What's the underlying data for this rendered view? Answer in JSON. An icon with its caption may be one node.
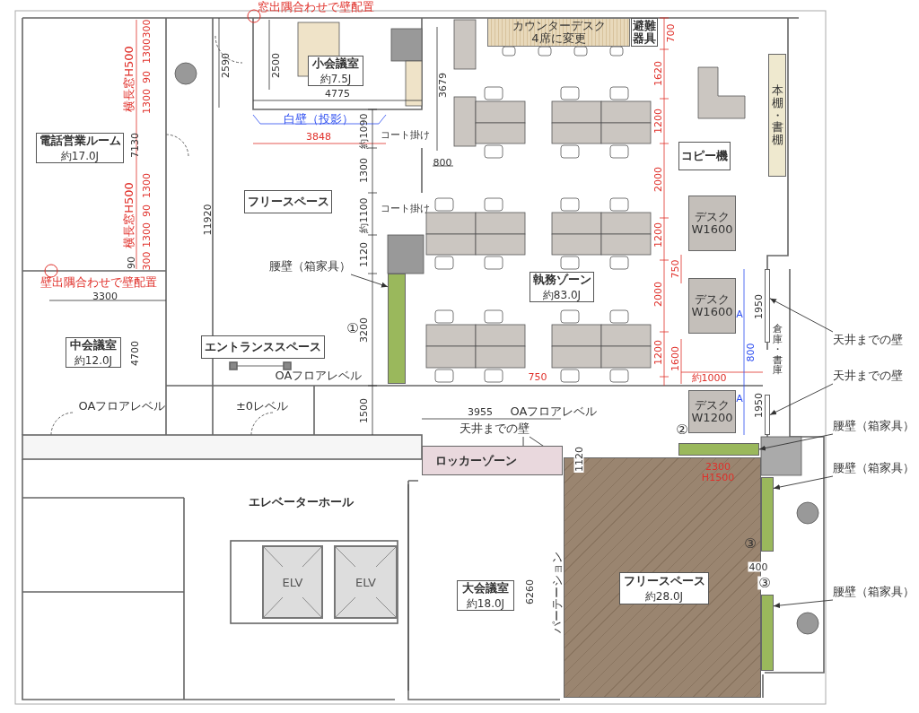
{
  "diagram": {
    "nodes": [
      {
        "text": [
          "電話営業ルーム",
          "約17.0J"
        ]
      },
      {
        "text": [
          "小会議室",
          "約7.5J"
        ]
      },
      {
        "text": [
          "フリースペース"
        ]
      },
      {
        "text": [
          "エントランススペース"
        ]
      },
      {
        "text": [
          "中会議室",
          "約12.0J"
        ]
      },
      {
        "text": [
          "執務ゾーン",
          "約83.0J"
        ]
      },
      {
        "text": [
          "カウンターデスク 4席に変更"
        ]
      },
      {
        "text": [
          "避難器具"
        ]
      },
      {
        "text": [
          "コピー機"
        ]
      },
      {
        "text": [
          "本棚・書棚"
        ]
      },
      {
        "text": [
          "デスク W1600"
        ]
      },
      {
        "text": [
          "デスク W1600"
        ]
      },
      {
        "text": [
          "デスク W1200"
        ]
      },
      {
        "text": [
          "エレベーターホール"
        ]
      },
      {
        "text": [
          "ロッカーゾーン"
        ]
      },
      {
        "text": [
          "ELV"
        ]
      },
      {
        "text": [
          "ELV"
        ]
      },
      {
        "text": [
          "大会議室",
          "約18.0J"
        ]
      },
      {
        "text": [
          "フリースペース",
          "約28.0J"
        ]
      },
      {
        "text": [
          "腰壁（箱家具）"
        ]
      },
      {
        "text": [],
        "shape": "box"
      },
      {
        "text": [
          "天井までの壁"
        ]
      },
      {
        "text": [],
        "shape": "bar"
      },
      {
        "text": [
          "天井までの壁"
        ]
      },
      {
        "text": [],
        "shape": "bar"
      },
      {
        "text": [
          "天井までの壁"
        ]
      },
      {
        "text": [
          "腰壁（箱家具）"
        ]
      },
      {
        "text": [],
        "shape": "box"
      },
      {
        "text": [
          "腰壁（箱家具）"
        ]
      },
      {
        "text": [],
        "shape": "box"
      },
      {
        "text": [
          "腰壁（箱家具）"
        ]
      },
      {
        "text": [],
        "shape": "box"
      }
    ],
    "edges": [
      {
        "from": 19,
        "to": 20,
        "arrow": "to"
      },
      {
        "from": 21,
        "to": 22,
        "arrow": "to"
      },
      {
        "from": 23,
        "to": 24,
        "arrow": "to"
      },
      {
        "from": 25,
        "to": 14,
        "arrow": "to"
      },
      {
        "from": 25,
        "to": 14,
        "arrow": "to"
      },
      {
        "from": 26,
        "to": 27,
        "arrow": "to"
      },
      {
        "from": 28,
        "to": 29,
        "arrow": "to"
      },
      {
        "from": 30,
        "to": 31,
        "arrow": "to"
      }
    ],
    "labels": [
      "窓出隅合わせで壁配置",
      "300",
      "700",
      "1300",
      "横長窓H500",
      "2590",
      "2500",
      "1620",
      "90",
      "3679",
      "4775",
      "1300",
      "白壁（投影）",
      "1200",
      "7130",
      "3848",
      "約1090",
      "コート掛け",
      "1300",
      "800",
      "横長窓H500",
      "1300",
      "2000",
      "90",
      "11920",
      "約1100",
      "コート掛け",
      "1300",
      "1200",
      "90",
      "300",
      "1120",
      "750",
      "壁出隅合わせで壁配置",
      "3300",
      "2000",
      "1950",
      "A",
      "①",
      "3200",
      "4700",
      "1200",
      "1600",
      "800",
      "倉庫・書庫",
      "OAフロアレベル",
      "750",
      "約1000",
      "OAフロアレベル",
      "±0レベル",
      "1500",
      "3955",
      "OAフロアレベル",
      "A",
      "1950",
      "②",
      "1120",
      "2300",
      "H1500",
      "③",
      "400",
      "③",
      "6260",
      "パーテーション"
    ]
  }
}
